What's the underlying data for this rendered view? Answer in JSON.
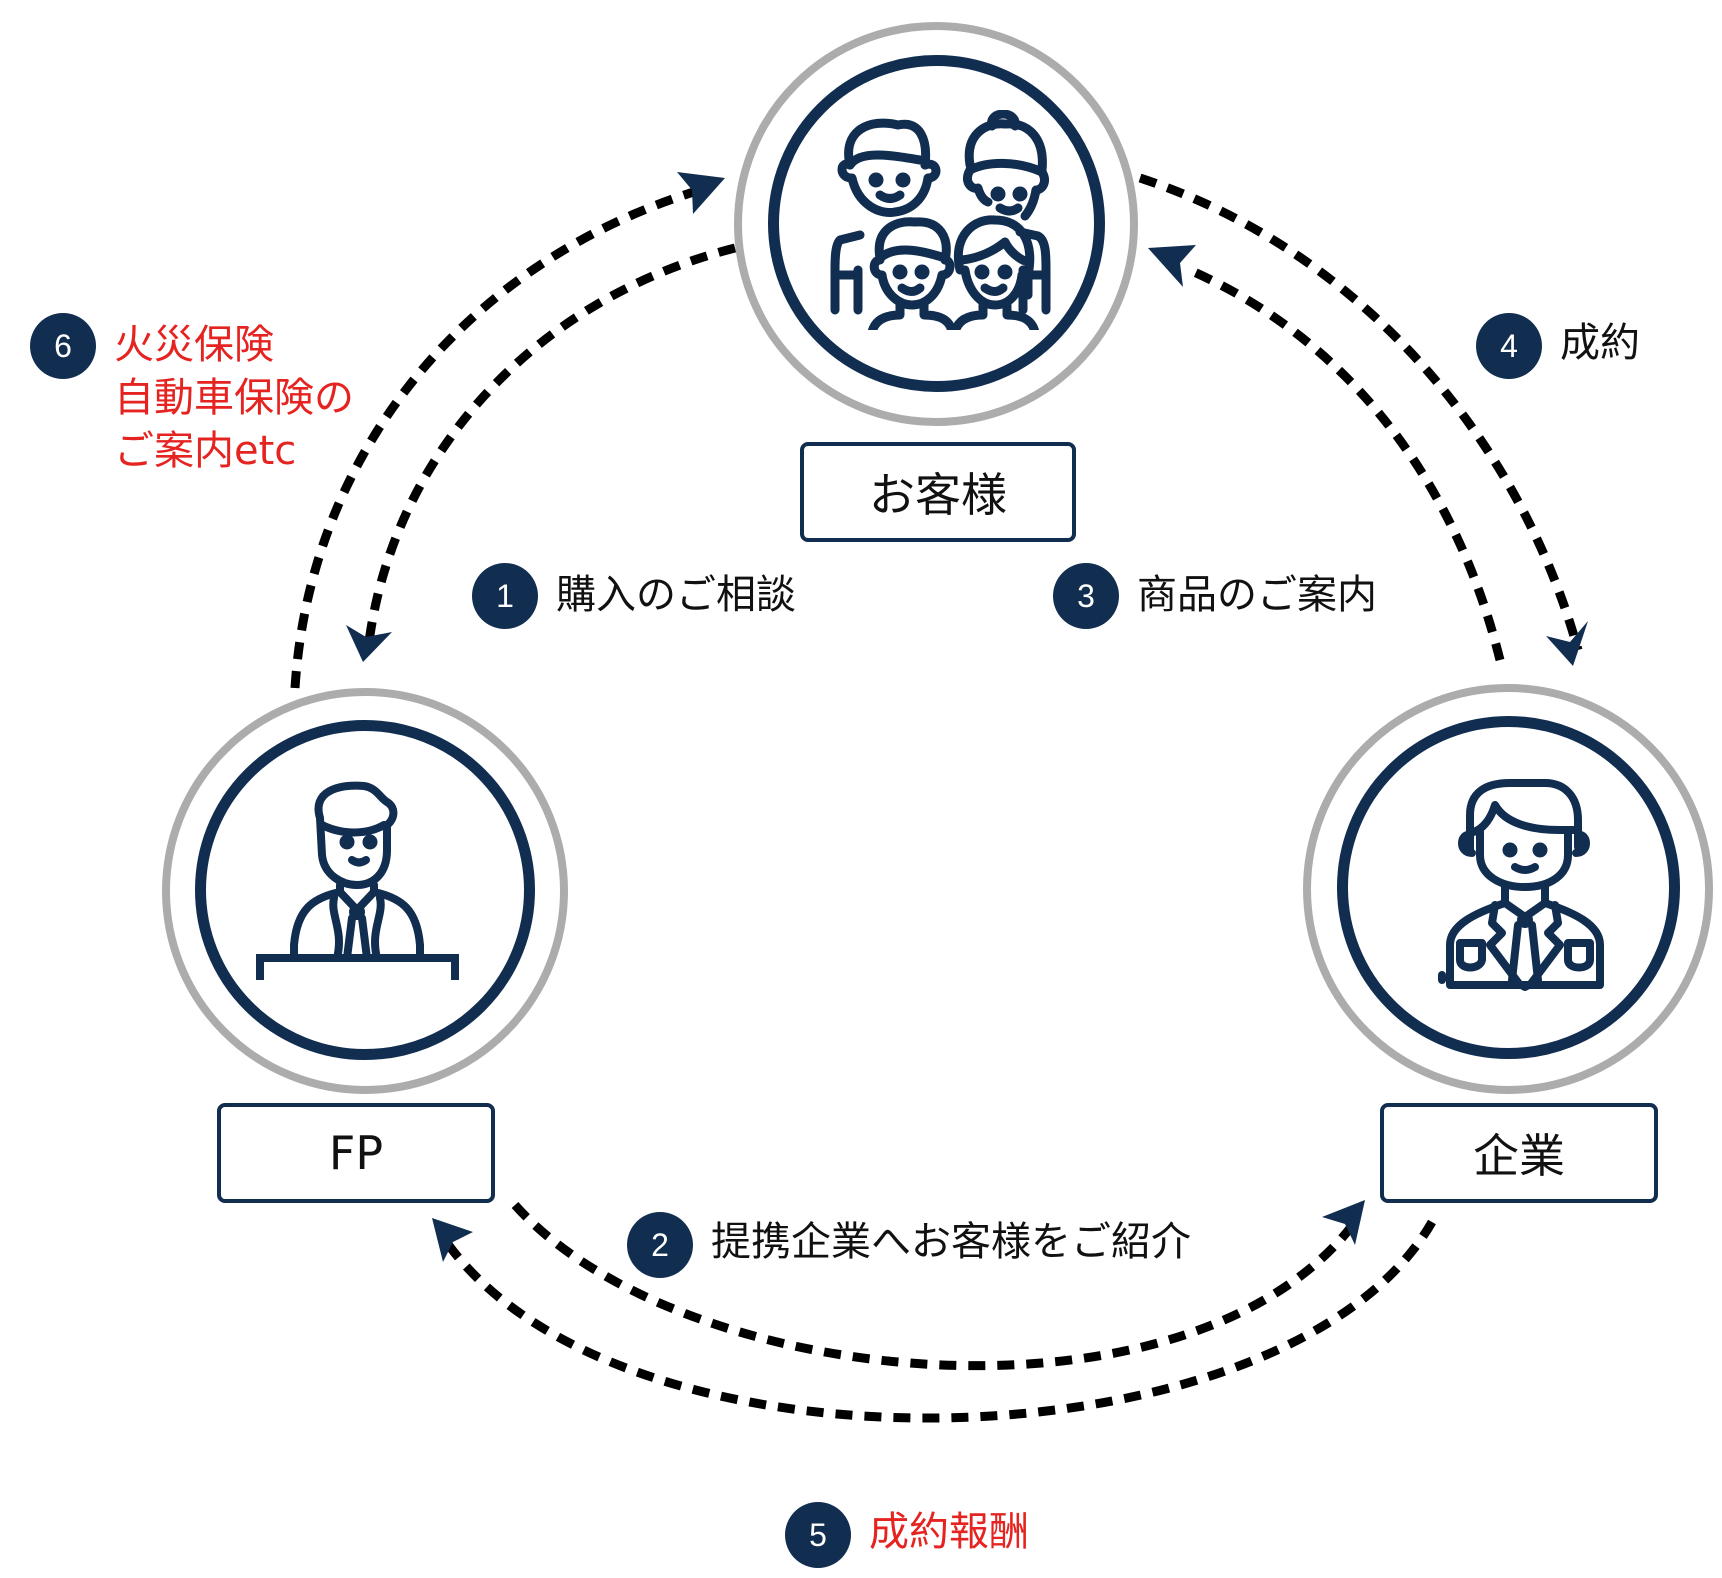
{
  "colors": {
    "navy": "#112d50",
    "ring_gray": "#acacac",
    "highlight_red": "#e52421",
    "text": "#111111",
    "dash": "#000000"
  },
  "nodes": {
    "customer": {
      "label": "お客様",
      "icon": "family-icon"
    },
    "fp": {
      "label": "FP",
      "icon": "advisor-at-desk-icon"
    },
    "company": {
      "label": "企業",
      "icon": "businessman-icon"
    }
  },
  "steps": [
    {
      "number": "1",
      "text": "購入のご相談",
      "highlight": false,
      "from": "customer",
      "to": "fp"
    },
    {
      "number": "2",
      "text": "提携企業へお客様をご紹介",
      "highlight": false,
      "from": "fp",
      "to": "company"
    },
    {
      "number": "3",
      "text": "商品のご案内",
      "highlight": false,
      "from": "company",
      "to": "customer"
    },
    {
      "number": "4",
      "text": "成約",
      "highlight": false,
      "from": "customer",
      "to": "company"
    },
    {
      "number": "5",
      "text": "成約報酬",
      "highlight": true,
      "from": "company",
      "to": "fp"
    },
    {
      "number": "6",
      "text": "火災保険\n自動車保険の\nご案内etc",
      "highlight": true,
      "from": "fp",
      "to": "customer"
    }
  ]
}
